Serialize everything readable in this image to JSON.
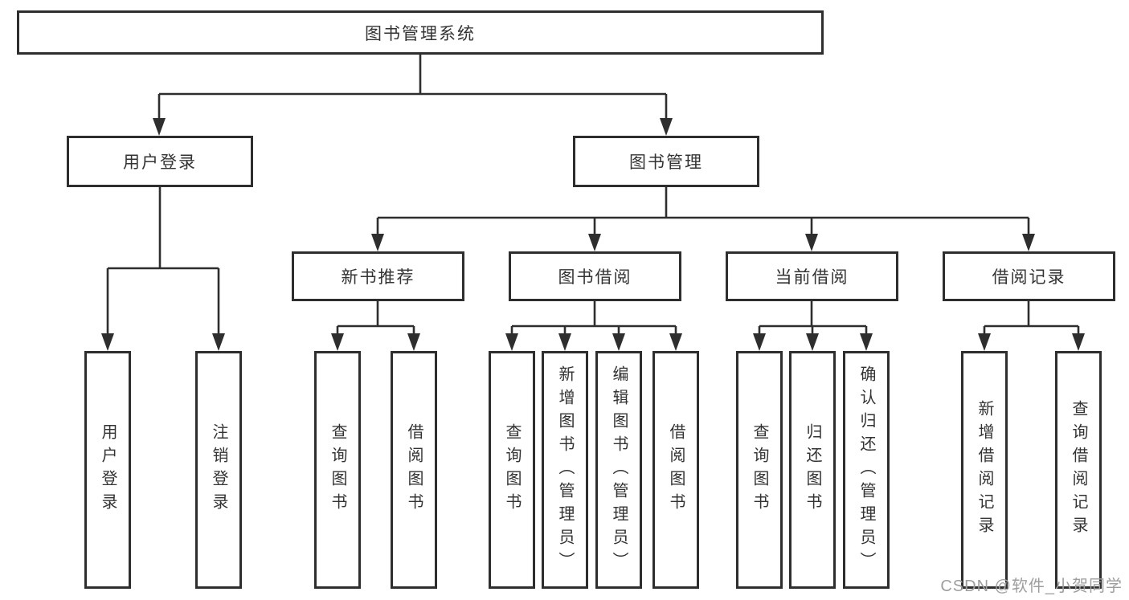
{
  "tree": {
    "label": "图书管理系统",
    "children": [
      {
        "label": "用户登录",
        "children": [
          {
            "label": "用户登录"
          },
          {
            "label": "注销登录"
          }
        ]
      },
      {
        "label": "图书管理",
        "children": [
          {
            "label": "新书推荐",
            "children": [
              {
                "label": "查询图书"
              },
              {
                "label": "借阅图书"
              }
            ]
          },
          {
            "label": "图书借阅",
            "children": [
              {
                "label": "查询图书"
              },
              {
                "label": "新增图书（管理员）"
              },
              {
                "label": "编辑图书（管理员）"
              },
              {
                "label": "借阅图书"
              }
            ]
          },
          {
            "label": "当前借阅",
            "children": [
              {
                "label": "查询图书"
              },
              {
                "label": "归还图书"
              },
              {
                "label": "确认归还（管理员）"
              }
            ]
          },
          {
            "label": "借阅记录",
            "children": [
              {
                "label": "新增借阅记录"
              },
              {
                "label": "查询借阅记录"
              }
            ]
          }
        ]
      }
    ]
  },
  "watermark": {
    "text": "CSDN @软件_小贺同学"
  },
  "colors": {
    "line": "#2e2e2e",
    "box_border": "#2e2e2e",
    "box_bg": "#ffffff",
    "text": "#333333",
    "watermark": "#9e9e9e"
  }
}
